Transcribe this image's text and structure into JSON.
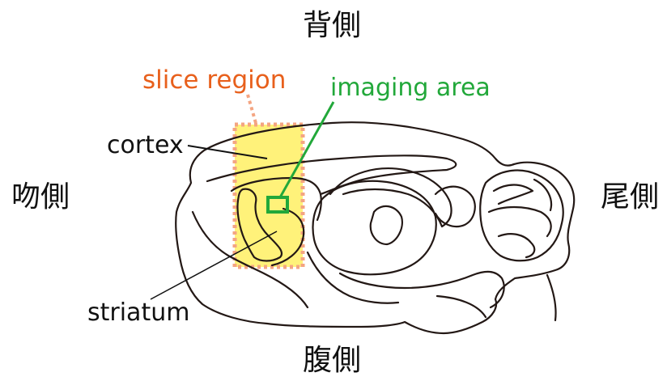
{
  "orientation": {
    "dorsal": "背側",
    "ventral": "腹側",
    "rostral": "吻側",
    "caudal": "尾側"
  },
  "labels": {
    "slice_region": "slice region",
    "imaging_area": "imaging area",
    "cortex": "cortex",
    "striatum": "striatum"
  },
  "colors": {
    "outline": "#231815",
    "slice_fill": "#fff27a",
    "slice_border": "#f4a582",
    "slice_label": "#e8601c",
    "imaging": "#22a83a",
    "text": "#111111"
  }
}
